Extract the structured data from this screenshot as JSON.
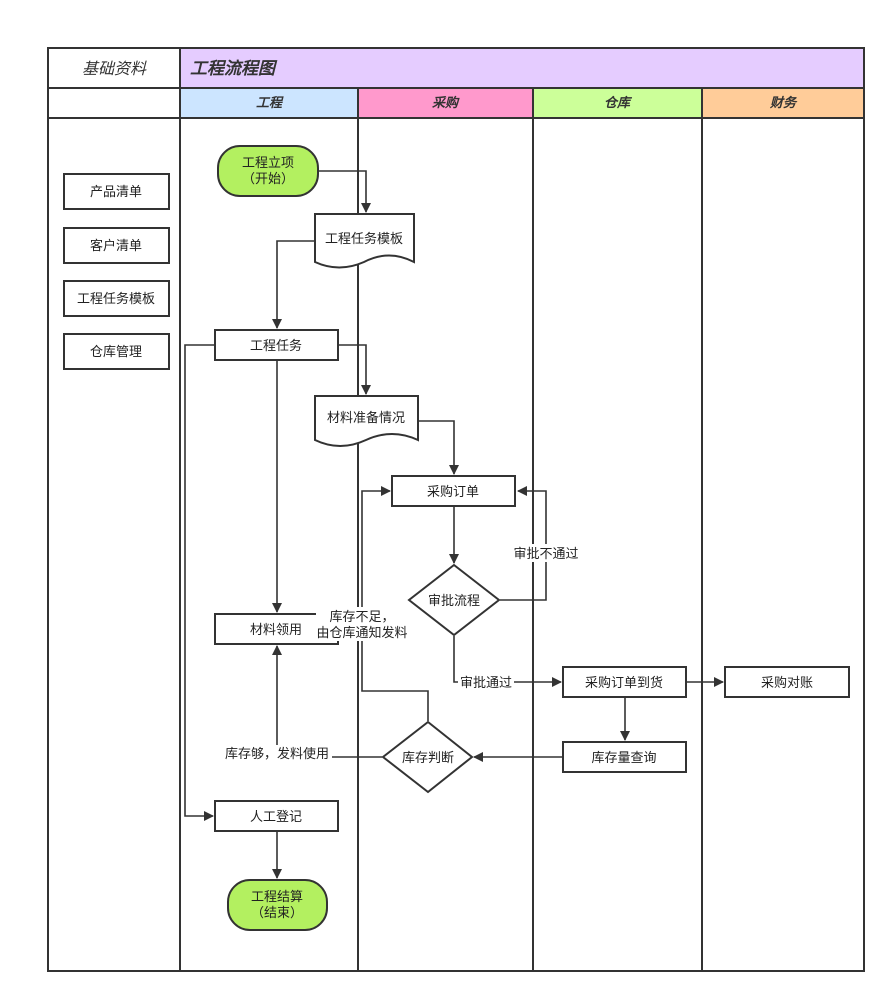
{
  "header": {
    "left_title": "基础资料",
    "main_title": "工程流程图"
  },
  "lanes": [
    {
      "label": "工程",
      "color": "#cce5ff"
    },
    {
      "label": "采购",
      "color": "#ff99cc"
    },
    {
      "label": "仓库",
      "color": "#ccff99"
    },
    {
      "label": "财务",
      "color": "#ffcc99"
    }
  ],
  "colors": {
    "title_bg": "#e5ccff",
    "terminal_fill": "#b3f060",
    "stroke": "#333333"
  },
  "sidebar": {
    "items": [
      "产品清单",
      "客户清单",
      "工程任务模板",
      "仓库管理"
    ]
  },
  "nodes": {
    "project_start": [
      "工程立项",
      "（开始）"
    ],
    "task_template": "工程任务模板",
    "project_task": "工程任务",
    "material_prep": "材料准备情况",
    "purchase_order": "采购订单",
    "approval_flow": "审批流程",
    "material_request": "材料领用",
    "order_arrival": "采购订单到货",
    "purchase_reconcile": "采购对账",
    "stock_query": "库存量查询",
    "stock_check": "库存判断",
    "manual_register": "人工登记",
    "project_settle": [
      "工程结算",
      "（结束）"
    ]
  },
  "edge_labels": {
    "approval_rejected": "审批不通过",
    "approval_passed": "审批通过",
    "stock_insufficient": [
      "库存不足，",
      "由仓库通知发料"
    ],
    "stock_enough": "库存够，发料使用"
  }
}
